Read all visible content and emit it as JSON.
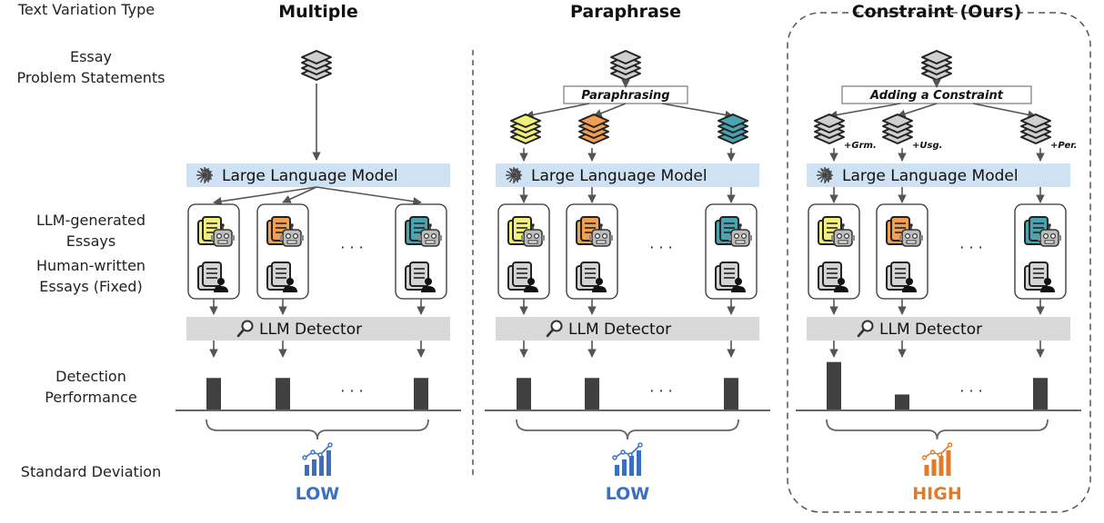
{
  "row_labels": {
    "variation_type": "Text Variation Type",
    "essay_line1": "Essay",
    "essay_line2": "Problem Statements",
    "llm_essays_line1": "LLM-generated",
    "llm_essays_line2": "Essays",
    "human_essays_line1": "Human-written",
    "human_essays_line2": "Essays (Fixed)",
    "detection_line1": "Detection",
    "detection_line2": "Performance",
    "std_dev": "Standard Deviation"
  },
  "panels": [
    {
      "id": "multiple",
      "title": "Multiple",
      "llm_label": "Large Language Model",
      "detector_label": "LLM Detector",
      "ellipsis": "· · ·",
      "std_label": "LOW",
      "std_color": "#3a6fc4",
      "bar_levels": [
        0.55,
        0.55,
        0.55
      ]
    },
    {
      "id": "paraphrase",
      "title": "Paraphrase",
      "transform_label": "Paraphrasing",
      "llm_label": "Large Language Model",
      "detector_label": "LLM Detector",
      "ellipsis": "· · ·",
      "std_label": "LOW",
      "std_color": "#3a6fc4",
      "bar_levels": [
        0.55,
        0.55,
        0.55
      ]
    },
    {
      "id": "constraint",
      "title": "Constraint (Ours)",
      "transform_label": "Adding a Constraint",
      "constraint_tags": [
        "+Grm.",
        "+Usg.",
        "+Per."
      ],
      "llm_label": "Large Language Model",
      "detector_label": "LLM Detector",
      "ellipsis": "· · ·",
      "std_label": "HIGH",
      "std_color": "#e07b28",
      "bar_levels": [
        0.82,
        0.27,
        0.55
      ]
    }
  ],
  "colors": {
    "llm_bar": "#cfe2f3",
    "detector_bar": "#d9d9d9",
    "doc_yellow": "#f3f07a",
    "doc_orange": "#f0a050",
    "doc_teal": "#4aa3b0",
    "doc_gray": "#d4d4d4",
    "perf_bar": "#404040"
  },
  "icons": {
    "snowflake": "snowflake-icon",
    "magnifier": "magnifier-icon",
    "stack": "document-stack-icon",
    "robot": "robot-icon",
    "person": "person-icon",
    "chart": "bar-chart-trend-icon"
  }
}
